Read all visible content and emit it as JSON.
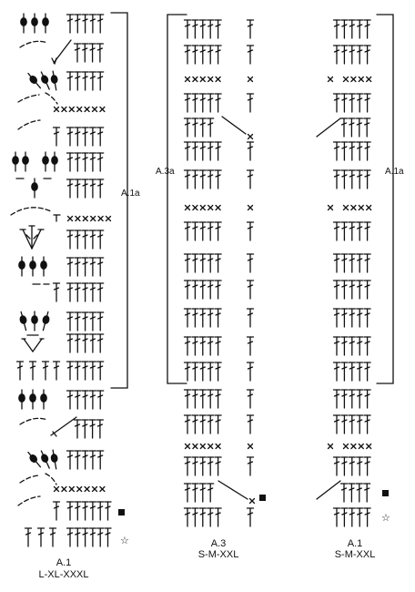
{
  "diagrams": [
    {
      "id": "a1-large",
      "title": "A.1",
      "sizes": "L-XL-XXXL",
      "bracket_label": "A.1a",
      "end_marker": "☆"
    },
    {
      "id": "a3",
      "title": "A.3",
      "sizes": "S-M-XXL",
      "bracket_label": "A.3a"
    },
    {
      "id": "a1-small",
      "title": "A.1",
      "sizes": "S-M-XXL",
      "bracket_label": "A.1a",
      "end_marker": "☆"
    }
  ],
  "symbols": {
    "treble": "treble crochet",
    "chain": "chain stitch",
    "bobble": "bobble / cluster",
    "square": "filled square",
    "star": "star"
  }
}
